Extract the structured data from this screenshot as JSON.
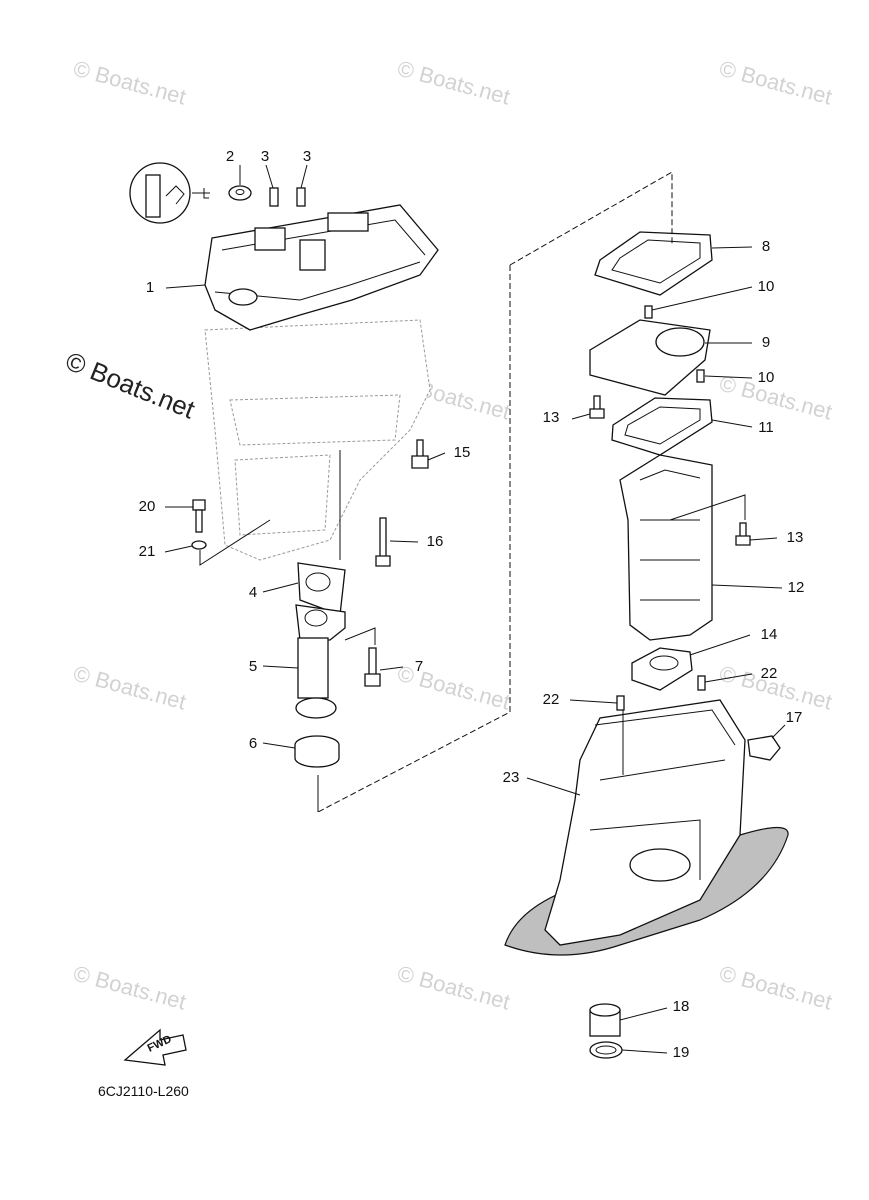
{
  "watermark": {
    "text": "© Boats.net"
  },
  "diagram_code": "6CJ2110-L260",
  "fwd_label": "FWD",
  "callouts": [
    "1",
    "2",
    "3",
    "3",
    "4",
    "5",
    "6",
    "7",
    "8",
    "9",
    "10",
    "10",
    "11",
    "12",
    "13",
    "13",
    "14",
    "15",
    "16",
    "17",
    "18",
    "19",
    "20",
    "21",
    "22",
    "22",
    "23"
  ]
}
